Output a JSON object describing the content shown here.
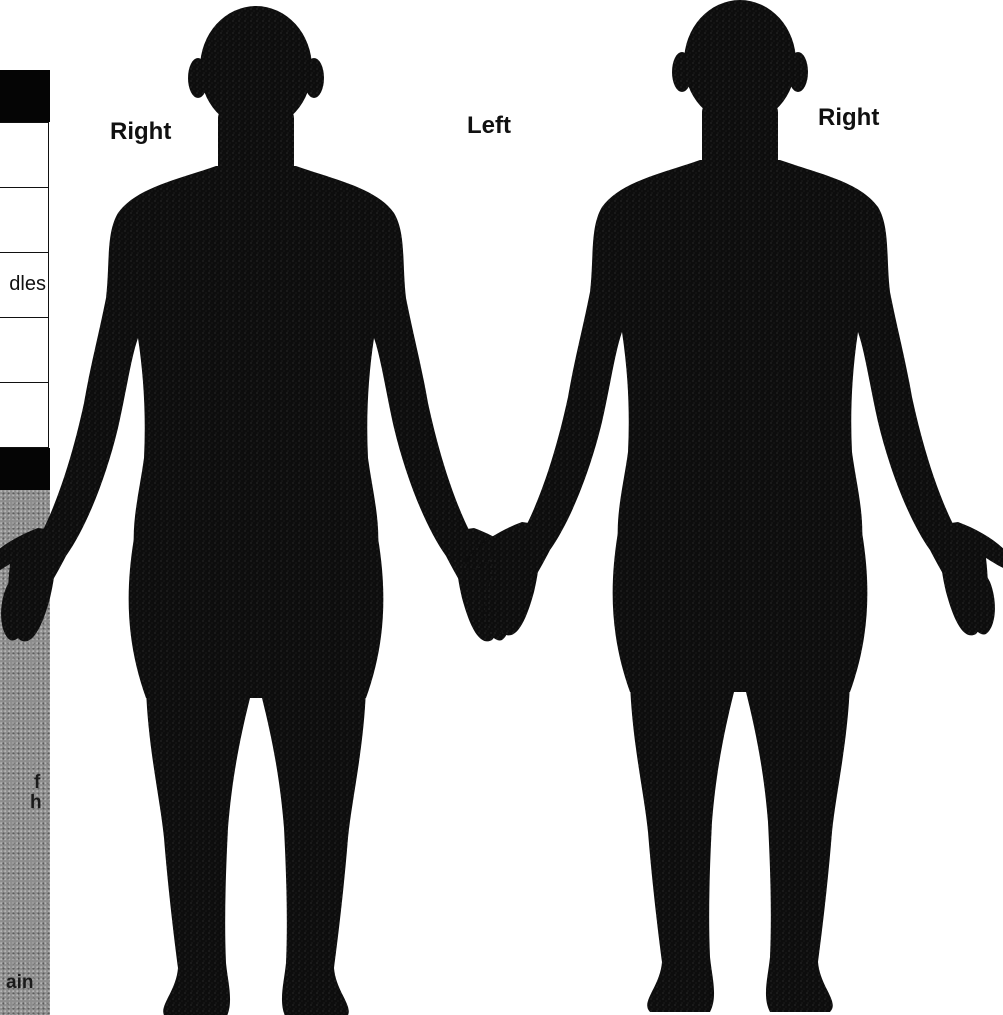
{
  "figure": {
    "labels": {
      "front_left_side": "Right",
      "front_right_side": "Left",
      "back_right_side": "Right"
    },
    "legend": {
      "rows": [
        "",
        "",
        "dles",
        "",
        ""
      ],
      "shaded_fragments": [
        "f",
        "h",
        "ain"
      ]
    },
    "body_color": "#0d0d0d",
    "legend_shade_color": "#8e8e8e"
  }
}
